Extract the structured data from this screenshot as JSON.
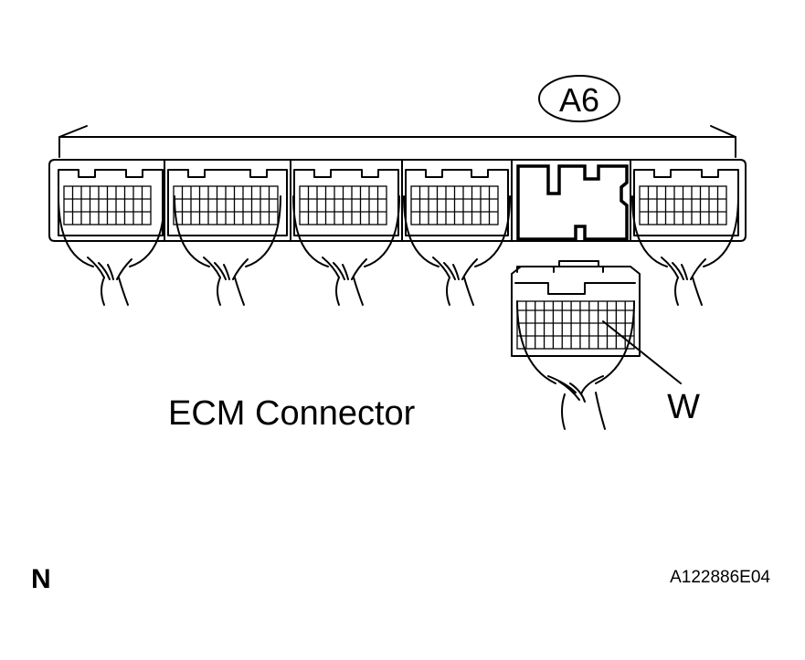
{
  "diagram": {
    "connector_id": "A6",
    "title": "ECM Connector",
    "wire_label": "W",
    "corner_mark": "N",
    "figure_code": "A122886E04",
    "colors": {
      "line": "#000000",
      "background": "#ffffff"
    }
  }
}
